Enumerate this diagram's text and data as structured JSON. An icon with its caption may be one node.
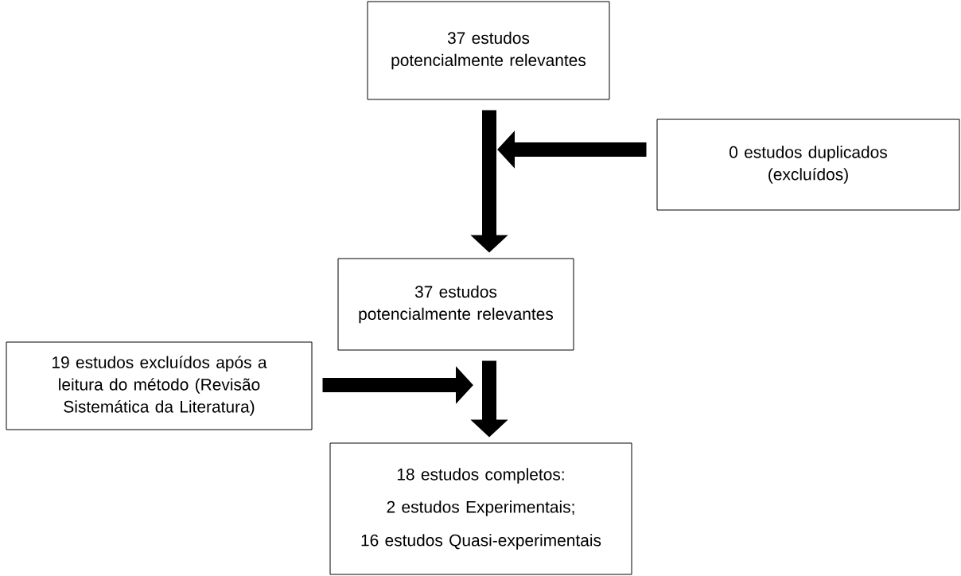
{
  "diagram": {
    "nodes": [
      {
        "text": [
          "37 estudos potencialmente relevantes"
        ]
      },
      {
        "text": [
          "0 estudos duplicados (excluídos)"
        ]
      },
      {
        "text": [
          "37 estudos potencialmente relevantes"
        ]
      },
      {
        "text": [
          "19 estudos excluídos após a leitura do método (Revisão Sistemática da Literatura)"
        ]
      },
      {
        "text": [
          "18 estudos completos:",
          "2 estudos Experimentais;",
          "16 estudos Quasi-experimentais"
        ]
      }
    ],
    "edges": [
      {
        "from": 0,
        "to": 2,
        "arrow": "to"
      },
      {
        "from": 1,
        "to": null,
        "arrow": "to"
      },
      {
        "from": 3,
        "to": null,
        "arrow": "to"
      },
      {
        "from": 2,
        "to": 4,
        "arrow": "to"
      }
    ]
  }
}
